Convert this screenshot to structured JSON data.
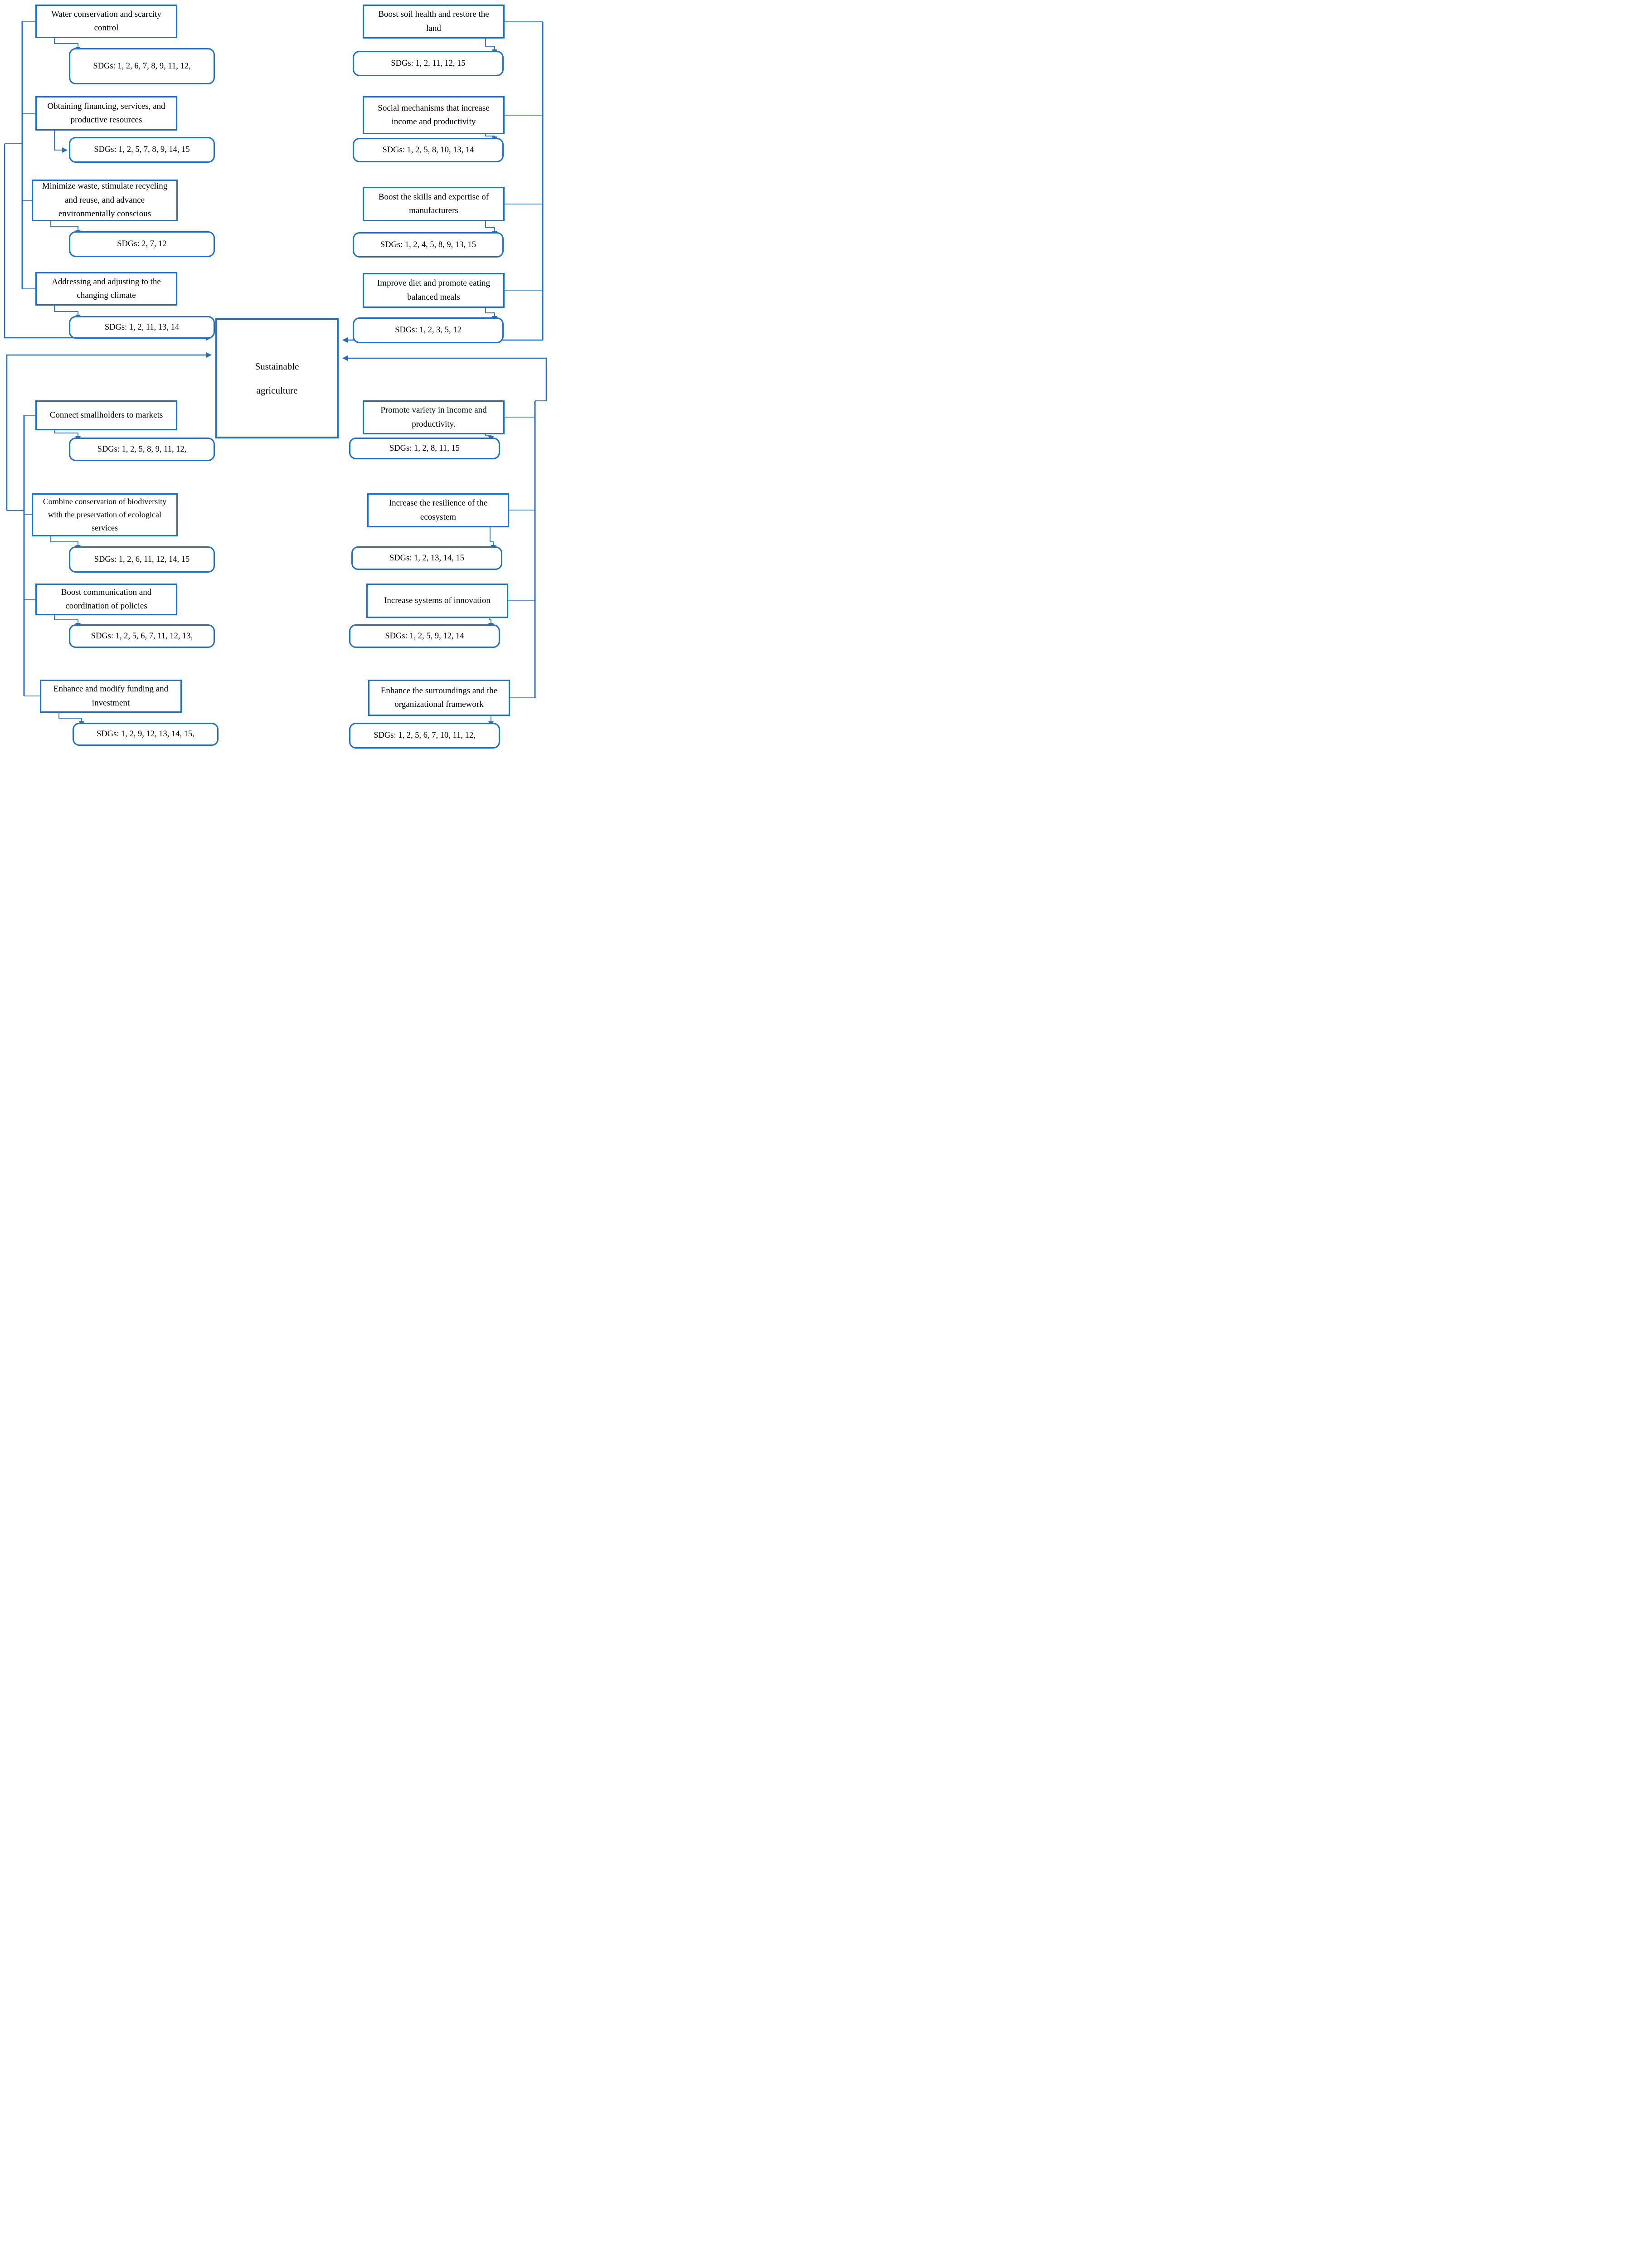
{
  "diagram": {
    "accent_color": "#1e70c8",
    "center": {
      "line1": "Sustainable",
      "line2": "agriculture"
    },
    "groups": {
      "top_left": [
        {
          "label": "Water conservation and scarcity control",
          "sdgs": "SDGs: 1, 2, 6, 7, 8, 9, 11, 12,"
        },
        {
          "label": "Obtaining financing, services, and productive resources",
          "sdgs": "SDGs: 1, 2, 5, 7, 8, 9, 14, 15"
        },
        {
          "label": "Minimize waste, stimulate recycling and reuse, and advance environmentally conscious",
          "sdgs": "SDGs: 2, 7, 12"
        },
        {
          "label": "Addressing and adjusting to the changing climate",
          "sdgs": "SDGs: 1, 2, 11, 13, 14"
        }
      ],
      "top_right": [
        {
          "label": "Boost soil health and restore the land",
          "sdgs": "SDGs: 1, 2, 11, 12, 15"
        },
        {
          "label": "Social mechanisms that increase income and productivity",
          "sdgs": "SDGs: 1, 2, 5, 8, 10, 13, 14"
        },
        {
          "label": "Boost the skills and expertise of manufacturers",
          "sdgs": "SDGs: 1, 2, 4, 5, 8, 9, 13, 15"
        },
        {
          "label": "Improve diet and promote eating balanced meals",
          "sdgs": "SDGs: 1, 2, 3, 5, 12"
        }
      ],
      "bottom_left": [
        {
          "label": "Connect smallholders to markets",
          "sdgs": "SDGs: 1, 2, 5, 8, 9, 11, 12,"
        },
        {
          "label": "Combine conservation of biodiversity with the preservation of ecological services",
          "sdgs": "SDGs: 1, 2, 6, 11, 12, 14, 15"
        },
        {
          "label": "Boost communication and coordination of policies",
          "sdgs": "SDGs: 1, 2, 5, 6, 7, 11, 12, 13,"
        },
        {
          "label": "Enhance and modify funding and investment",
          "sdgs": "SDGs: 1, 2, 9, 12, 13, 14, 15,"
        }
      ],
      "bottom_right": [
        {
          "label": "Promote variety in income and productivity.",
          "sdgs": "SDGs: 1, 2, 8, 11, 15"
        },
        {
          "label": "Increase the resilience of the ecosystem",
          "sdgs": "SDGs: 1, 2, 13, 14, 15"
        },
        {
          "label": "Increase systems of innovation",
          "sdgs": "SDGs: 1, 2, 5, 9, 12, 14"
        },
        {
          "label": "Enhance the surroundings and the organizational framework",
          "sdgs": "SDGs: 1, 2, 5, 6, 7, 10, 11, 12,"
        }
      ]
    }
  }
}
